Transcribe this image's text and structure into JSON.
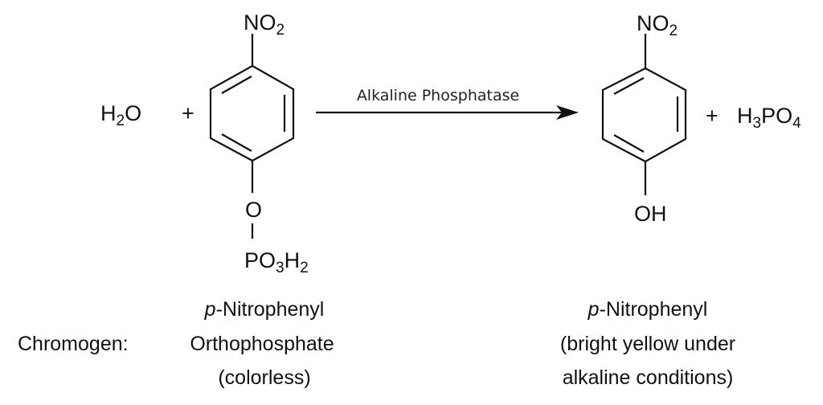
{
  "reactants": {
    "water": {
      "main": "H",
      "sub": "2",
      "tail": "O"
    },
    "plus": "+",
    "substrate": {
      "top_group": {
        "main": "NO",
        "sub": "2"
      },
      "bridge_atom": "O",
      "bottom_group": {
        "p1": "PO",
        "s1": "3",
        "p2": "H",
        "s2": "2"
      }
    }
  },
  "arrow": {
    "label": "Alkaline Phosphatase"
  },
  "products": {
    "nitrophenol": {
      "top_group": {
        "main": "NO",
        "sub": "2"
      },
      "bottom_group": "OH"
    },
    "plus": "+",
    "phosphoric_acid": {
      "p1": "H",
      "s1": "3",
      "p2": "PO",
      "s2": "4"
    }
  },
  "captions": {
    "prefix": "Chromogen:",
    "left": {
      "italic": "p",
      "line1_rest": "-Nitrophenyl",
      "line2": "Orthophosphate",
      "line3": "(colorless)"
    },
    "right": {
      "italic": "p",
      "line1_rest": "-Nitrophenyl",
      "line2": "(bright yellow under",
      "line3": "alkaline conditions)"
    }
  }
}
